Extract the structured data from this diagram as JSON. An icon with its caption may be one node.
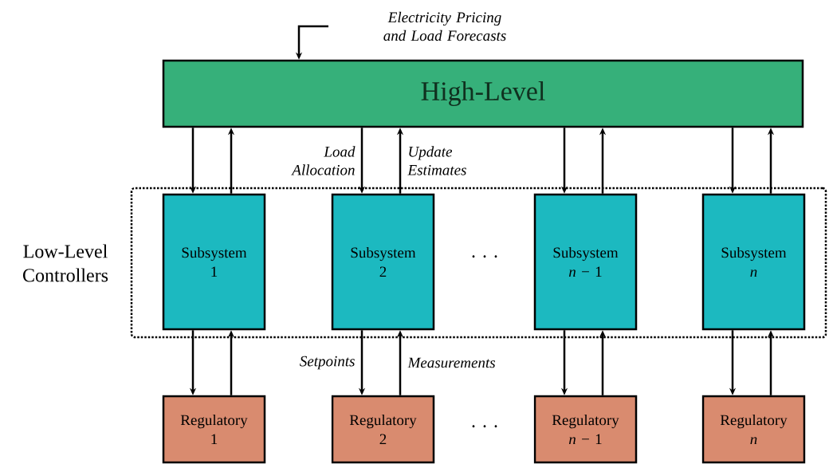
{
  "diagram": {
    "nodes": [
      {
        "text": [
          "High-Level"
        ]
      },
      {
        "text": [
          "Low-Level Controllers"
        ]
      },
      {
        "text": [
          "Subsystem 1"
        ],
        "in": 1
      },
      {
        "text": [
          "Subsystem 2"
        ],
        "in": 1
      },
      {
        "text": [
          "Subsystem *n* − 1"
        ],
        "in": 1
      },
      {
        "text": [
          "Subsystem *n*"
        ],
        "in": 1
      },
      {
        "text": [
          "Regulatory 1"
        ]
      },
      {
        "text": [
          "Regulatory 2"
        ]
      },
      {
        "text": [
          "Regulatory *n* − 1"
        ]
      },
      {
        "text": [
          "Regulatory *n*"
        ]
      }
    ],
    "edges": [
      {
        "from": null,
        "to": 0,
        "arrow": "to",
        "label": "Electricity Pricing and Load Forecasts"
      },
      {
        "from": 0,
        "to": 2,
        "arrow": "to"
      },
      {
        "from": 2,
        "to": 0,
        "arrow": "to"
      },
      {
        "from": 0,
        "to": 3,
        "arrow": "to",
        "label": "Load Allocation"
      },
      {
        "from": 3,
        "to": 0,
        "arrow": "to",
        "label": "Update Estimates"
      },
      {
        "from": 0,
        "to": 4,
        "arrow": "to"
      },
      {
        "from": 4,
        "to": 0,
        "arrow": "to"
      },
      {
        "from": 0,
        "to": 5,
        "arrow": "to"
      },
      {
        "from": 5,
        "to": 0,
        "arrow": "to"
      },
      {
        "from": 2,
        "to": 6,
        "arrow": "to"
      },
      {
        "from": 6,
        "to": 2,
        "arrow": "to"
      },
      {
        "from": 3,
        "to": 7,
        "arrow": "to",
        "label": "Setpoints"
      },
      {
        "from": 7,
        "to": 3,
        "arrow": "to",
        "label": "Measurements"
      },
      {
        "from": 4,
        "to": 8,
        "arrow": "to"
      },
      {
        "from": 8,
        "to": 4,
        "arrow": "to"
      },
      {
        "from": 5,
        "to": 9,
        "arrow": "to"
      },
      {
        "from": 9,
        "to": 5,
        "arrow": "to"
      }
    ],
    "labels": [
      "· · ·",
      "· · ·"
    ]
  }
}
